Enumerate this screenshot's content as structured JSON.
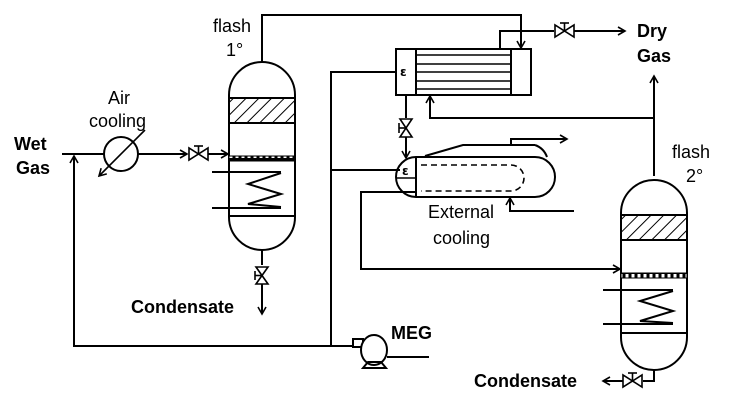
{
  "diagram": {
    "type": "process-flow",
    "labels": {
      "wet_gas_line1": "Wet",
      "wet_gas_line2": "Gas",
      "air_cooling_line1": "Air",
      "air_cooling_line2": "cooling",
      "flash1_line1": "flash",
      "flash1_line2": "1°",
      "flash2_line1": "flash",
      "flash2_line2": "2°",
      "dry_gas_line1": "Dry",
      "dry_gas_line2": "Gas",
      "external_cooling_line1": "External",
      "external_cooling_line2": "cooling",
      "condensate_1": "Condensate",
      "condensate_2": "Condensate",
      "meg": "MEG"
    },
    "equipment": [
      {
        "id": "air-cooler",
        "name": "Air cooling"
      },
      {
        "id": "flash-vessel-1",
        "name": "flash 1°"
      },
      {
        "id": "gas-gas-heat-exchanger",
        "name": "Shell and tube exchanger"
      },
      {
        "id": "chiller",
        "name": "External cooling"
      },
      {
        "id": "flash-vessel-2",
        "name": "flash 2°"
      },
      {
        "id": "meg-pump",
        "name": "MEG pump"
      }
    ],
    "streams": [
      "Wet Gas",
      "Dry Gas",
      "Condensate",
      "Condensate",
      "MEG"
    ],
    "colors": {
      "line": "#000000",
      "background": "#ffffff"
    }
  }
}
